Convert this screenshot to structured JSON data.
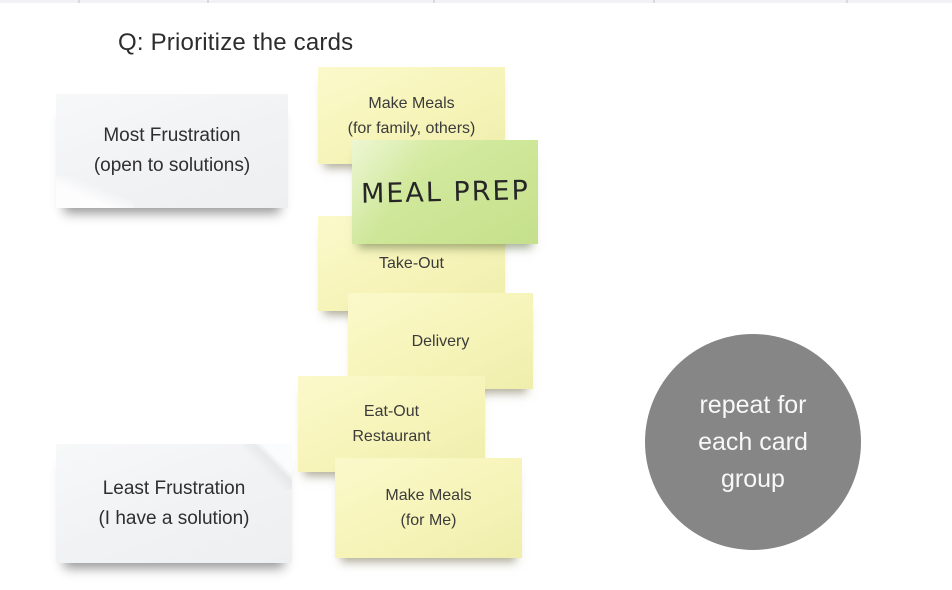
{
  "title": "Q: Prioritize the cards",
  "priority_labels": {
    "most": {
      "line1": "Most Frustration",
      "line2": "(open to solutions)"
    },
    "least": {
      "line1": "Least Frustration",
      "line2": "(I have a solution)"
    }
  },
  "notes": [
    {
      "id": "make-meals-family",
      "line1": "Make Meals",
      "line2": "(for family, others)",
      "color": "#f7f5bb"
    },
    {
      "id": "meal-prep",
      "line1": "MEAL PREP",
      "color": "#d0e89b"
    },
    {
      "id": "take-out",
      "line1": "Take-Out",
      "color": "#f7f5bb"
    },
    {
      "id": "delivery",
      "line1": "Delivery",
      "color": "#f7f5bb"
    },
    {
      "id": "eat-out-restaurant",
      "line1": "Eat-Out",
      "line2": "Restaurant",
      "color": "#f7f5bb"
    },
    {
      "id": "make-meals-me",
      "line1": "Make Meals",
      "line2": "(for Me)",
      "color": "#f7f5bb"
    }
  ],
  "annotation_circle": {
    "line1": "repeat for",
    "line2": "each card",
    "line3": "group",
    "bg_color": "#868686",
    "text_color": "#f8f8f8"
  },
  "colors": {
    "note_yellow": "#f7f5bb",
    "note_green": "#d0e89b",
    "card_white": "#f1f2f4",
    "circle_gray": "#868686",
    "title_text": "#2d2d2d",
    "note_text": "#3b3b3b"
  }
}
